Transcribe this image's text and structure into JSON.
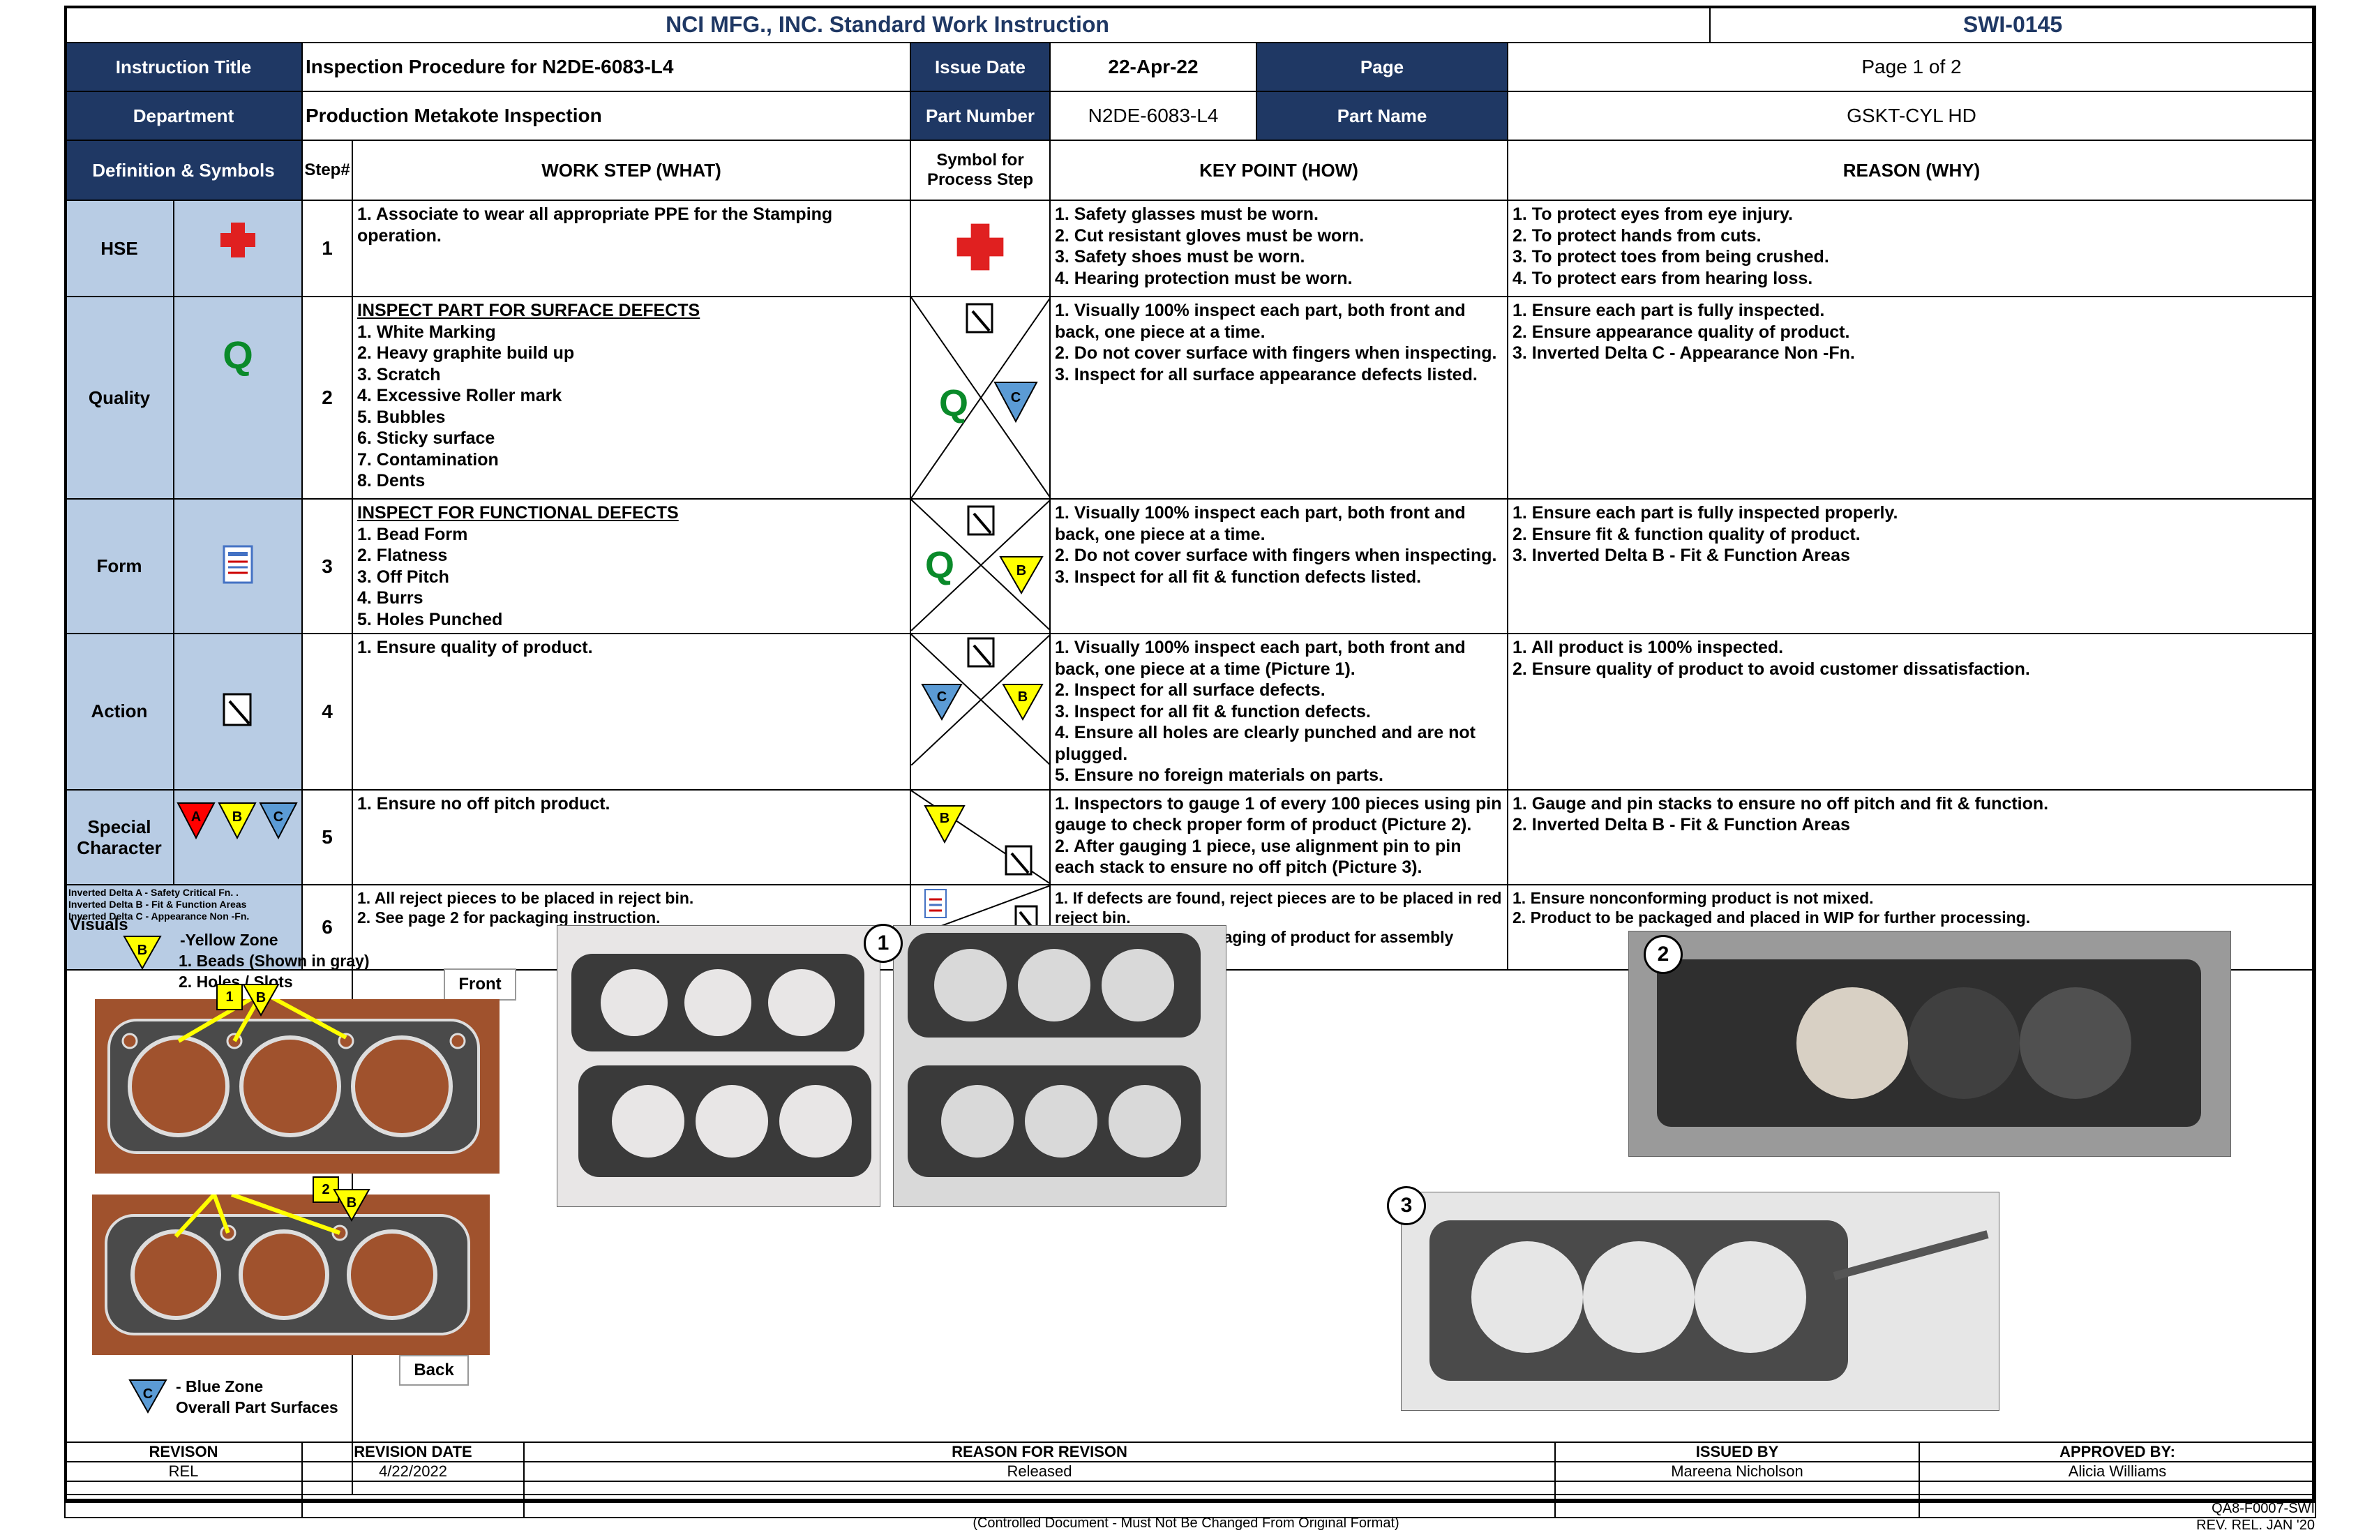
{
  "header": {
    "company_title": "NCI MFG., INC. Standard Work Instruction",
    "doc_id": "SWI-0145"
  },
  "info": {
    "instruction_title_label": "Instruction Title",
    "instruction_title": "Inspection Procedure for N2DE-6083-L4",
    "issue_date_label": "Issue Date",
    "issue_date": "22-Apr-22",
    "page_label": "Page",
    "page_value": "Page 1 of 2",
    "department_label": "Department",
    "department": "Production Metakote Inspection",
    "part_number_label": "Part Number",
    "part_number": "N2DE-6083-L4",
    "part_name_label": "Part Name",
    "part_name": "GSKT-CYL HD"
  },
  "columns": {
    "definition": "Definition & Symbols",
    "step": "Step#",
    "work_step": "WORK STEP (WHAT)",
    "symbol": "Symbol for Process Step",
    "key_point": "KEY POINT (HOW)",
    "reason": "REASON (WHY)"
  },
  "colors": {
    "navy": "#1f3864",
    "light_blue": "#b8cce4",
    "red_cross": "#e02020",
    "green_q": "#0a8a2a",
    "yellow": "#ffff00",
    "blue_tri": "#5b9bd5",
    "red_tri": "#ff0000"
  },
  "rows": [
    {
      "label": "HSE",
      "icon": "red-cross-icon",
      "step": "1",
      "work_title": "",
      "work": "1. Associate to wear all appropriate PPE for the Stamping operation.",
      "key_point": "1. Safety glasses must be worn.\n2. Cut resistant gloves must be worn.\n3. Safety shoes must be worn.\n4. Hearing protection must be worn.",
      "reason": "1. To protect eyes from eye injury.\n2. To protect hands from cuts.\n3. To protect toes from being crushed.\n4. To protect ears from hearing loss."
    },
    {
      "label": "Quality",
      "icon": "quality-q-icon",
      "q_text": "Q",
      "step": "2",
      "work_title": "INSPECT PART FOR SURFACE DEFECTS",
      "work": "1. White Marking\n2. Heavy graphite build up\n3. Scratch\n4. Excessive Roller mark\n5. Bubbles\n6. Sticky surface\n7. Contamination\n8. Dents",
      "key_point": "1. Visually 100% inspect each part, both front and back, one piece at a time.\n2. Do not cover surface with fingers when inspecting.\n3. Inspect for all surface appearance defects listed.",
      "reason": "1. Ensure each part is fully inspected.\n2. Ensure appearance quality of product.\n3. Inverted Delta C  - Appearance Non -Fn.",
      "sym_q": "Q",
      "sym_tri": "C"
    },
    {
      "label": "Form",
      "icon": "form-document-icon",
      "step": "3",
      "work_title": "INSPECT FOR FUNCTIONAL DEFECTS",
      "work": "1. Bead Form\n2. Flatness\n3. Off Pitch\n4. Burrs\n5. Holes Punched",
      "key_point": "1. Visually 100% inspect each part, both front and back, one piece at a time.\n2. Do not cover surface with fingers when inspecting.\n3. Inspect for all fit & function defects listed.",
      "reason": "1. Ensure each part is fully inspected properly.\n2. Ensure fit & function quality of product.\n3. Inverted Delta B - Fit & Function Areas",
      "sym_q": "Q",
      "sym_tri": "B"
    },
    {
      "label": "Action",
      "icon": "action-pencil-icon",
      "step": "4",
      "work_title": "",
      "work": "1. Ensure quality of product.",
      "key_point": "1. Visually 100% inspect each part, both front and back, one piece at a time (Picture 1).\n2. Inspect for all surface defects.\n3. Inspect for all fit & function defects.\n4. Ensure all holes are clearly punched and are not plugged.\n5. Ensure no foreign materials on parts.",
      "reason": "1. All product is 100% inspected.\n2. Ensure quality of product to avoid customer dissatisfaction.",
      "sym_tri_left": "C",
      "sym_tri_right": "B"
    },
    {
      "label": "Special Character",
      "icon": "special-character-triangles-icon",
      "tri_a": "A",
      "tri_b": "B",
      "tri_c": "C",
      "step": "5",
      "work_title": "",
      "work": "1. Ensure no off pitch product.",
      "key_point": "1. Inspectors to gauge 1 of every 100 pieces using pin gauge to check proper form of product (Picture 2).\n2. After gauging 1 piece, use alignment pin to pin each stack to ensure no off pitch (Picture 3).",
      "reason": "1. Gauge and pin stacks to ensure no off pitch and fit & function.\n2. Inverted Delta B - Fit & Function Areas",
      "sym_tri": "B"
    },
    {
      "label": "Inverted Delta A - Safety Critical Fn. .\nInverted Delta B - Fit & Function Areas\nInverted Delta C  - Appearance Non -Fn.",
      "step": "6",
      "work_title": "",
      "work": "1. All reject pieces to be placed in reject bin.\n2. See page 2 for packaging instruction.",
      "key_point": "1. If defects are found, reject pieces are to be placed in red reject bin.\n2. See page 2 for packaging of product for assembly process.",
      "reason": "1. Ensure nonconforming product is not mixed.\n2. Product to be packaged and placed in WIP for further processing."
    }
  ],
  "visuals": {
    "title": "Visuals",
    "yellow_zone": "-Yellow Zone",
    "beads": "1. Beads (Shown in gray)",
    "holes": "2. Holes / Slots",
    "front": "Front",
    "back": "Back",
    "blue_zone": "- Blue Zone",
    "overall": "Overall Part Surfaces",
    "tri_b": "B",
    "tri_c": "C",
    "num1": "1",
    "num2": "2",
    "pic1": "1",
    "pic2": "2",
    "pic3": "3"
  },
  "revision": {
    "headers": [
      "REVISON",
      "REVISION DATE",
      "REASON FOR REVISON",
      "ISSUED BY",
      "APPROVED BY:"
    ],
    "rows": [
      [
        "REL",
        "4/22/2022",
        "Released",
        "Mareena Nicholson",
        "Alicia Williams"
      ],
      [
        "",
        "",
        "",
        "",
        ""
      ],
      [
        "",
        "",
        "",
        "",
        ""
      ]
    ]
  },
  "footer": {
    "note": "(Controlled Document - Must Not Be Changed From Original Format)",
    "form_no": "QA8-F0007-SWI",
    "rev": "REV. REL. JAN '20"
  }
}
